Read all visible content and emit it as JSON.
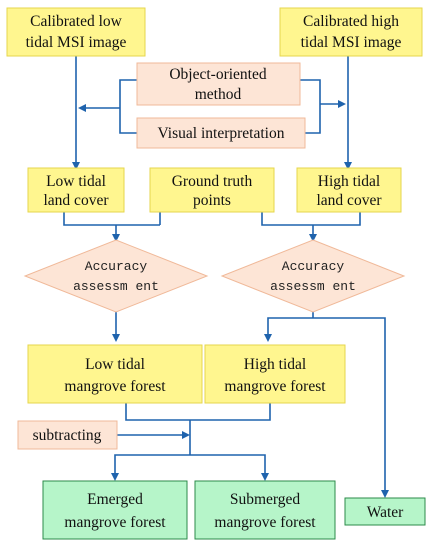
{
  "nodes": {
    "calib_low": {
      "line1": "Calibrated low",
      "line2": "tidal MSI image"
    },
    "calib_high": {
      "line1": "Calibrated high",
      "line2": "tidal MSI image"
    },
    "object_method": {
      "line1": "Object-oriented",
      "line2": "method"
    },
    "visual_interp": {
      "text": "Visual interpretation"
    },
    "low_cover": {
      "line1": "Low tidal",
      "line2": "land cover"
    },
    "ground_truth": {
      "line1": "Ground truth",
      "line2": "points"
    },
    "high_cover": {
      "line1": "High tidal",
      "line2": "land cover"
    },
    "acc_left": {
      "line1": "Accuracy",
      "line2": "assessm ent"
    },
    "acc_right": {
      "line1": "Accuracy",
      "line2": "assessm ent"
    },
    "low_mangrove": {
      "line1": "Low tidal",
      "line2": "mangrove forest"
    },
    "high_mangrove": {
      "line1": "High tidal",
      "line2": "mangrove forest"
    },
    "subtracting": {
      "text": "subtracting"
    },
    "emerged": {
      "line1": "Emerged",
      "line2": "mangrove forest"
    },
    "submerged": {
      "line1": "Submerged",
      "line2": "mangrove forest"
    },
    "water": {
      "text": "Water"
    }
  },
  "colors": {
    "yellow_box": "#fff68f",
    "peach_box": "#fde5d6",
    "green_box": "#b6f5c9",
    "arrow": "#1f63ad"
  }
}
